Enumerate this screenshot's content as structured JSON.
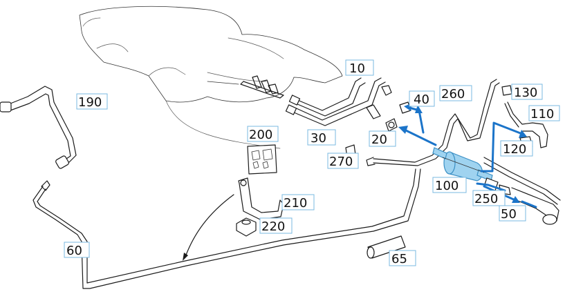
{
  "diagram": {
    "callouts": [
      {
        "id": "10",
        "label": "10"
      },
      {
        "id": "20",
        "label": "20"
      },
      {
        "id": "30",
        "label": "30"
      },
      {
        "id": "40",
        "label": "40"
      },
      {
        "id": "50",
        "label": "50"
      },
      {
        "id": "60",
        "label": "60"
      },
      {
        "id": "65",
        "label": "65"
      },
      {
        "id": "100",
        "label": "100"
      },
      {
        "id": "110",
        "label": "110"
      },
      {
        "id": "120",
        "label": "120"
      },
      {
        "id": "130",
        "label": "130"
      },
      {
        "id": "190",
        "label": "190"
      },
      {
        "id": "200",
        "label": "200"
      },
      {
        "id": "210",
        "label": "210"
      },
      {
        "id": "220",
        "label": "220"
      },
      {
        "id": "250",
        "label": "250"
      },
      {
        "id": "260",
        "label": "260"
      },
      {
        "id": "270",
        "label": "270"
      }
    ],
    "colors": {
      "callout_border": "#7ab8e0",
      "flow_arrow": "#1b74c9",
      "highlight_filter": "#9fd3f0",
      "line": "#1a1a1a"
    }
  }
}
